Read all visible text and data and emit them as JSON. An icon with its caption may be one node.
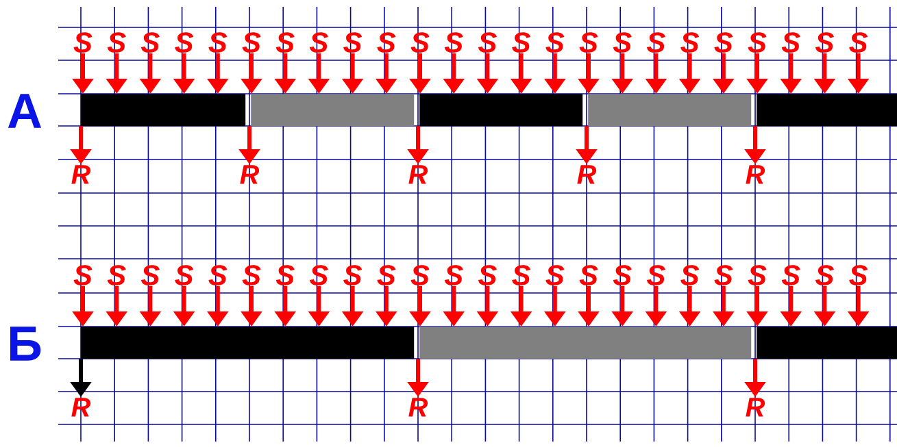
{
  "diagram": {
    "nodes": [
      {
        "text": [
          "S"
        ]
      },
      {
        "text": [
          "S"
        ]
      },
      {
        "text": [
          "S"
        ]
      },
      {
        "text": [
          "S"
        ]
      },
      {
        "text": [
          "S"
        ]
      },
      {
        "text": [
          "S"
        ]
      },
      {
        "text": [
          "S"
        ]
      },
      {
        "text": [
          "S"
        ]
      },
      {
        "text": [
          "S"
        ]
      },
      {
        "text": [
          "S"
        ]
      },
      {
        "text": [
          "S"
        ]
      },
      {
        "text": [
          "S"
        ]
      },
      {
        "text": [
          "S"
        ]
      },
      {
        "text": [
          "S"
        ]
      },
      {
        "text": [
          "S"
        ]
      },
      {
        "text": [
          "S"
        ]
      },
      {
        "text": [
          "S"
        ]
      },
      {
        "text": [
          "S"
        ]
      },
      {
        "text": [
          "S"
        ]
      },
      {
        "text": [
          "S"
        ]
      },
      {
        "text": [
          "S"
        ]
      },
      {
        "text": [
          "S"
        ]
      },
      {
        "text": [
          "S"
        ]
      },
      {
        "text": [
          "S"
        ]
      },
      {
        "text": [],
        "shape": "bar"
      },
      {
        "text": [],
        "shape": "bar"
      },
      {
        "text": [],
        "shape": "bar"
      },
      {
        "text": [],
        "shape": "bar"
      },
      {
        "text": [],
        "shape": "bar"
      },
      {
        "text": [
          "R"
        ]
      },
      {
        "text": [
          "R"
        ]
      },
      {
        "text": [
          "R"
        ]
      },
      {
        "text": [
          "R"
        ]
      },
      {
        "text": [
          "R"
        ]
      },
      {
        "text": [
          "S"
        ]
      },
      {
        "text": [
          "S"
        ]
      },
      {
        "text": [
          "S"
        ]
      },
      {
        "text": [
          "S"
        ]
      },
      {
        "text": [
          "S"
        ]
      },
      {
        "text": [
          "S"
        ]
      },
      {
        "text": [
          "S"
        ]
      },
      {
        "text": [
          "S"
        ]
      },
      {
        "text": [
          "S"
        ]
      },
      {
        "text": [
          "S"
        ]
      },
      {
        "text": [
          "S"
        ]
      },
      {
        "text": [
          "S"
        ]
      },
      {
        "text": [
          "S"
        ]
      },
      {
        "text": [
          "S"
        ]
      },
      {
        "text": [
          "S"
        ]
      },
      {
        "text": [
          "S"
        ]
      },
      {
        "text": [
          "S"
        ]
      },
      {
        "text": [
          "S"
        ]
      },
      {
        "text": [
          "S"
        ]
      },
      {
        "text": [
          "S"
        ]
      },
      {
        "text": [
          "S"
        ]
      },
      {
        "text": [
          "S"
        ]
      },
      {
        "text": [
          "S"
        ]
      },
      {
        "text": [
          "S"
        ]
      },
      {
        "text": [],
        "shape": "bar"
      },
      {
        "text": [],
        "shape": "bar"
      },
      {
        "text": [],
        "shape": "bar"
      },
      {
        "text": [
          "R"
        ]
      },
      {
        "text": [
          "R"
        ]
      },
      {
        "text": [
          "R"
        ]
      }
    ],
    "edges": [
      {
        "from": 0,
        "to": 24,
        "arrow": "to"
      },
      {
        "from": 1,
        "to": 24,
        "arrow": "to"
      },
      {
        "from": 2,
        "to": 24,
        "arrow": "to"
      },
      {
        "from": 3,
        "to": 24,
        "arrow": "to"
      },
      {
        "from": 4,
        "to": 24,
        "arrow": "to"
      },
      {
        "from": 5,
        "to": 25,
        "arrow": "to"
      },
      {
        "from": 6,
        "to": 25,
        "arrow": "to"
      },
      {
        "from": 7,
        "to": 25,
        "arrow": "to"
      },
      {
        "from": 8,
        "to": 25,
        "arrow": "to"
      },
      {
        "from": 9,
        "to": 25,
        "arrow": "to"
      },
      {
        "from": 10,
        "to": 26,
        "arrow": "to"
      },
      {
        "from": 11,
        "to": 26,
        "arrow": "to"
      },
      {
        "from": 12,
        "to": 26,
        "arrow": "to"
      },
      {
        "from": 13,
        "to": 26,
        "arrow": "to"
      },
      {
        "from": 14,
        "to": 26,
        "arrow": "to"
      },
      {
        "from": 15,
        "to": 27,
        "arrow": "to"
      },
      {
        "from": 16,
        "to": 27,
        "arrow": "to"
      },
      {
        "from": 17,
        "to": 27,
        "arrow": "to"
      },
      {
        "from": 18,
        "to": 27,
        "arrow": "to"
      },
      {
        "from": 19,
        "to": 27,
        "arrow": "to"
      },
      {
        "from": 20,
        "to": 28,
        "arrow": "to"
      },
      {
        "from": 21,
        "to": 28,
        "arrow": "to"
      },
      {
        "from": 22,
        "to": 28,
        "arrow": "to"
      },
      {
        "from": 23,
        "to": 28,
        "arrow": "to"
      },
      {
        "from": 24,
        "to": 29,
        "arrow": "to"
      },
      {
        "from": 25,
        "to": 30,
        "arrow": "to"
      },
      {
        "from": 26,
        "to": 31,
        "arrow": "to"
      },
      {
        "from": 27,
        "to": 32,
        "arrow": "to"
      },
      {
        "from": 28,
        "to": 33,
        "arrow": "to"
      },
      {
        "from": 34,
        "to": 58,
        "arrow": "to"
      },
      {
        "from": 35,
        "to": 58,
        "arrow": "to"
      },
      {
        "from": 36,
        "to": 58,
        "arrow": "to"
      },
      {
        "from": 37,
        "to": 58,
        "arrow": "to"
      },
      {
        "from": 38,
        "to": 58,
        "arrow": "to"
      },
      {
        "from": 39,
        "to": 58,
        "arrow": "to"
      },
      {
        "from": 40,
        "to": 58,
        "arrow": "to"
      },
      {
        "from": 41,
        "to": 58,
        "arrow": "to"
      },
      {
        "from": 42,
        "to": 58,
        "arrow": "to"
      },
      {
        "from": 43,
        "to": 58,
        "arrow": "to"
      },
      {
        "from": 44,
        "to": 59,
        "arrow": "to"
      },
      {
        "from": 45,
        "to": 59,
        "arrow": "to"
      },
      {
        "from": 46,
        "to": 59,
        "arrow": "to"
      },
      {
        "from": 47,
        "to": 59,
        "arrow": "to"
      },
      {
        "from": 48,
        "to": 59,
        "arrow": "to"
      },
      {
        "from": 49,
        "to": 59,
        "arrow": "to"
      },
      {
        "from": 50,
        "to": 59,
        "arrow": "to"
      },
      {
        "from": 51,
        "to": 59,
        "arrow": "to"
      },
      {
        "from": 52,
        "to": 59,
        "arrow": "to"
      },
      {
        "from": 53,
        "to": 59,
        "arrow": "to"
      },
      {
        "from": 54,
        "to": 60,
        "arrow": "to"
      },
      {
        "from": 55,
        "to": 60,
        "arrow": "to"
      },
      {
        "from": 56,
        "to": 60,
        "arrow": "to"
      },
      {
        "from": 57,
        "to": 60,
        "arrow": "to"
      },
      {
        "from": 58,
        "to": 61,
        "arrow": "to",
        "color": "#000000"
      },
      {
        "from": 59,
        "to": 62,
        "arrow": "to"
      },
      {
        "from": 60,
        "to": 63,
        "arrow": "to"
      }
    ],
    "labels": [
      "А",
      "Б"
    ]
  }
}
